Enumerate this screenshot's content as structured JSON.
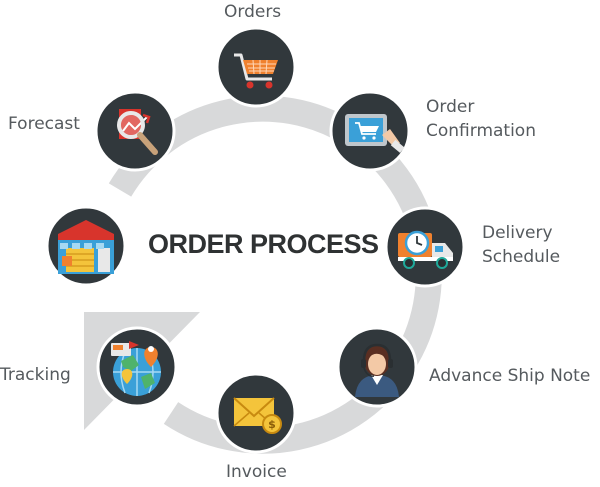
{
  "title": "ORDER PROCESS",
  "colors": {
    "ring": "#d8d9da",
    "node": "#31383c",
    "node_border": "#ffffff",
    "label": "#555a5e",
    "title": "#2f3233",
    "accent_orange": "#f0812e",
    "accent_red": "#d8342c",
    "accent_blue": "#3aa0d8",
    "accent_yellow": "#f4c43b"
  },
  "steps": [
    {
      "id": "orders",
      "label": [
        "Orders"
      ],
      "icon": "shopping-cart-icon"
    },
    {
      "id": "order-confirmation",
      "label": [
        "Order",
        "Confirmation"
      ],
      "icon": "tablet-cart-icon"
    },
    {
      "id": "delivery-schedule",
      "label": [
        "Delivery",
        "Schedule"
      ],
      "icon": "delivery-truck-clock-icon"
    },
    {
      "id": "advance-ship-note",
      "label": [
        "Advance Ship Note"
      ],
      "icon": "support-agent-icon"
    },
    {
      "id": "invoice",
      "label": [
        "Invoice"
      ],
      "icon": "envelope-coin-icon"
    },
    {
      "id": "tracking",
      "label": [
        "Tracking"
      ],
      "icon": "globe-location-icon"
    },
    {
      "id": "warehouse",
      "label": [],
      "icon": "warehouse-icon"
    },
    {
      "id": "forecast",
      "label": [
        "Forecast"
      ],
      "icon": "magnifier-chart-icon"
    }
  ]
}
